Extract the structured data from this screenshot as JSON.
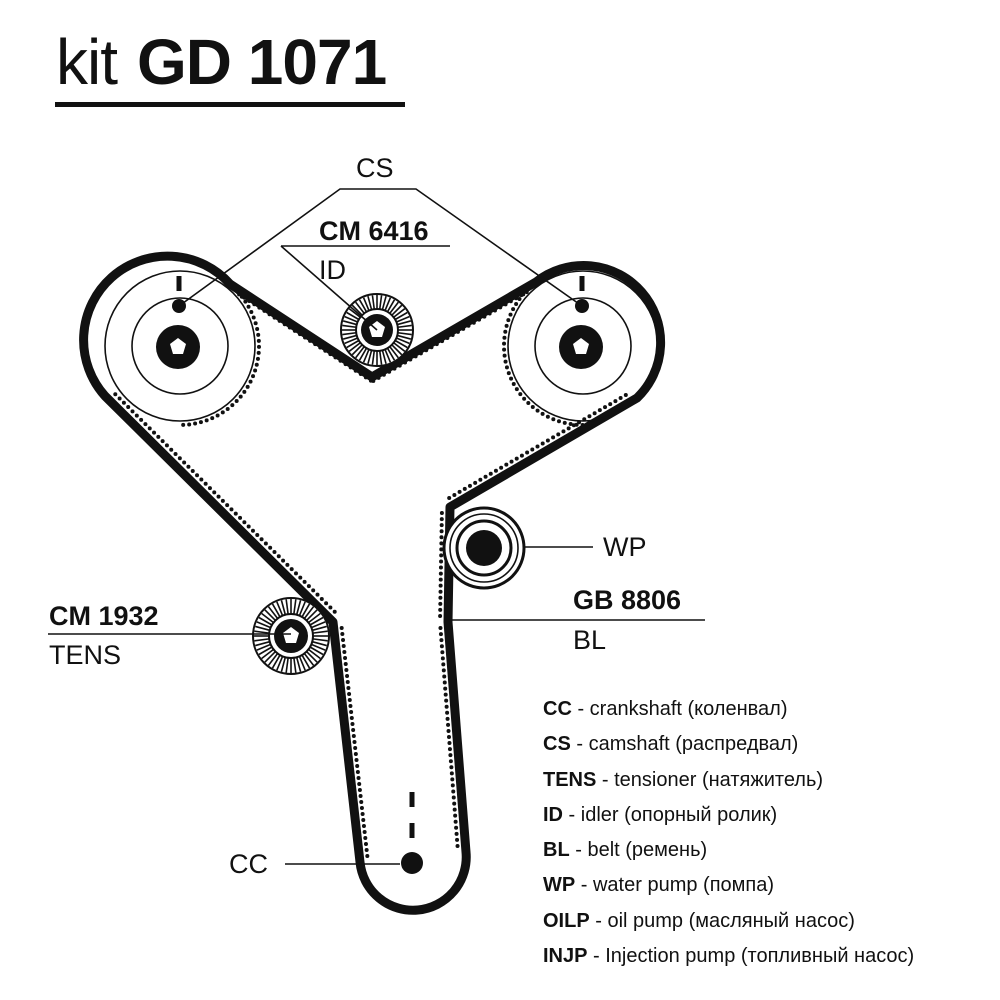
{
  "title": {
    "kit": "kit",
    "code": "GD 1071"
  },
  "callouts": {
    "cs": "CS",
    "idler_code": "CM 6416",
    "idler_label": "ID",
    "wp": "WP",
    "belt_code": "GB 8806",
    "belt_label": "BL",
    "tensioner_code": "CM 1932",
    "tensioner_label": "TENS",
    "cc": "CC"
  },
  "legend": [
    {
      "abbr": "CC",
      "text": " - crankshaft (коленвал)"
    },
    {
      "abbr": "CS",
      "text": " - camshaft (распредвал)"
    },
    {
      "abbr": "TENS",
      "text": " - tensioner (натяжитель)"
    },
    {
      "abbr": "ID",
      "text": " - idler (опорный ролик)"
    },
    {
      "abbr": "BL",
      "text": " - belt (ремень)"
    },
    {
      "abbr": "WP",
      "text": " - water pump (помпа)"
    },
    {
      "abbr": "OILP",
      "text": " - oil pump (масляный насос)"
    },
    {
      "abbr": "INJP",
      "text": " - Injection pump (топливный насос)"
    }
  ],
  "colors": {
    "ink": "#111111",
    "background": "#ffffff"
  }
}
